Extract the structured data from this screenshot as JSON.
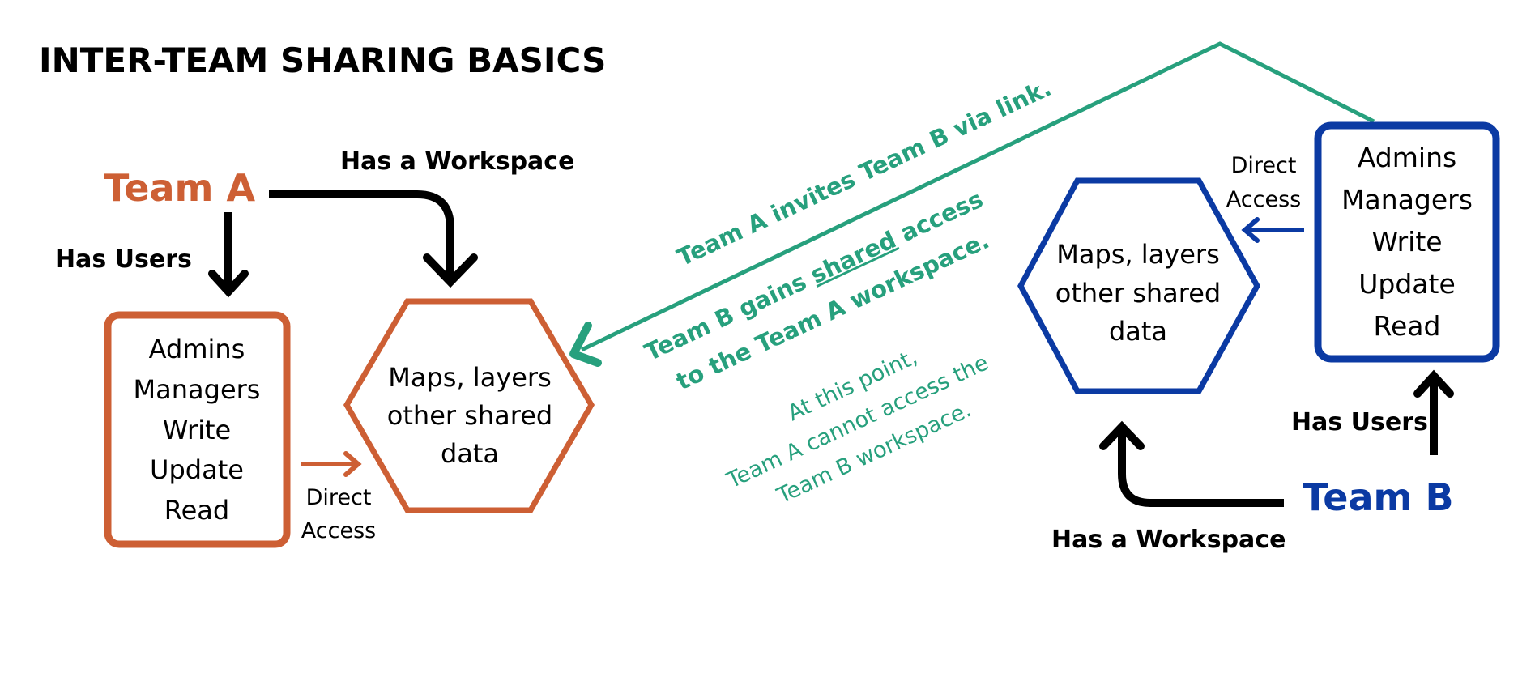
{
  "title": "INTER-TEAM SHARING BASICS",
  "colors": {
    "team_a": "#cd5f34",
    "team_b": "#0b3aa3",
    "green": "#27a07d",
    "black": "#000000"
  },
  "team_a": {
    "name": "Team A",
    "has_workspace": "Has a Workspace",
    "has_users": "Has Users",
    "roles": [
      "Admins",
      "Managers",
      "Write",
      "Update",
      "Read"
    ],
    "workspace": [
      "Maps, layers",
      "other shared",
      "data"
    ],
    "direct_access": [
      "Direct",
      "Access"
    ]
  },
  "team_b": {
    "name": "Team B",
    "has_workspace": "Has a Workspace",
    "has_users": "Has Users",
    "roles": [
      "Admins",
      "Managers",
      "Write",
      "Update",
      "Read"
    ],
    "workspace": [
      "Maps, layers",
      "other shared",
      "data"
    ],
    "direct_access": [
      "Direct",
      "Access"
    ]
  },
  "invite": {
    "line1": "Team A invites Team B via link.",
    "gains_prefix": "Team B gains ",
    "gains_shared": "shared",
    "gains_suffix": " access",
    "line3": "to the Team A workspace.",
    "note": [
      "At this point,",
      "Team A cannot access the",
      "Team B workspace."
    ]
  }
}
